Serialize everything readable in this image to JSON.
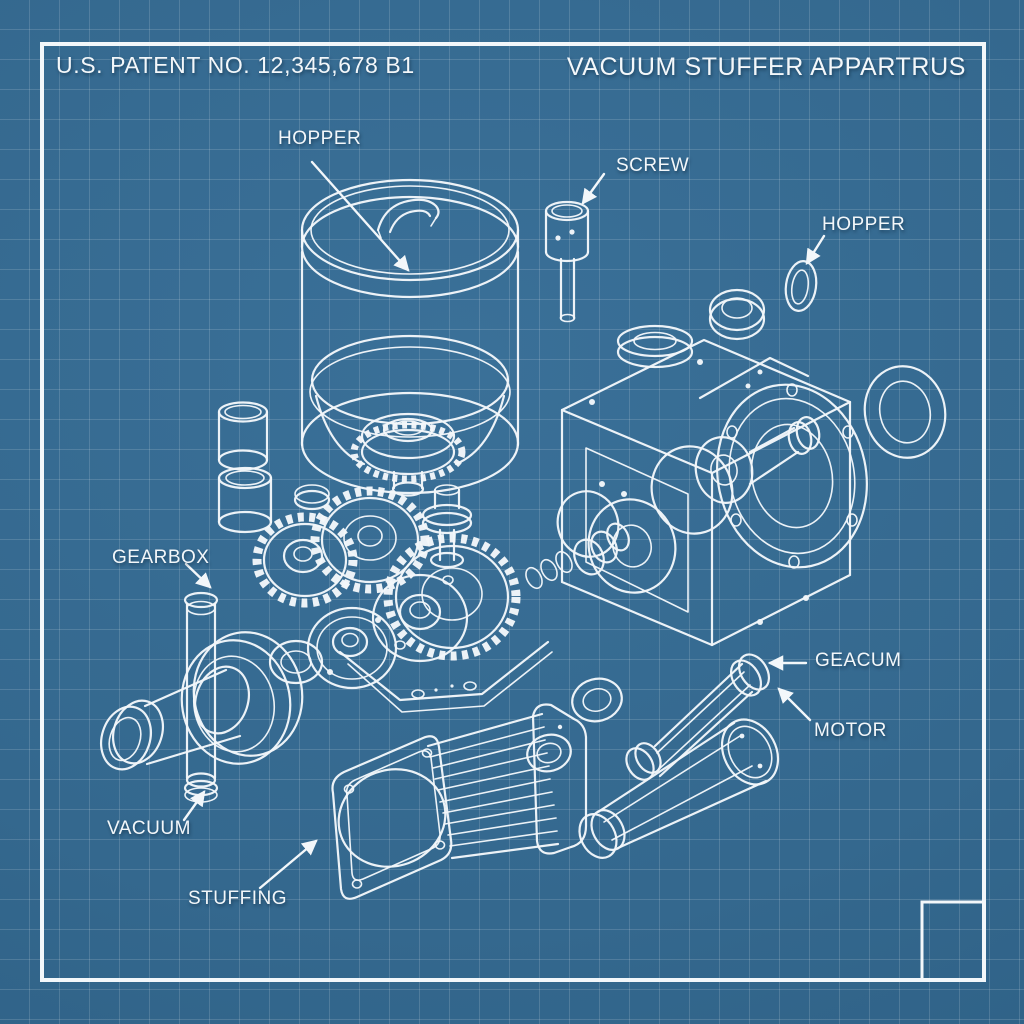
{
  "blueprint": {
    "patent_number": "U.S. PATENT NO. 12,345,678 B1",
    "title": "VACUUM STUFFER APPARTRUS",
    "labels": {
      "hopper_top": "HOPPER",
      "screw": "SCREW",
      "hopper_right": "HOPPER",
      "gearbox": "GEARBOX",
      "geacum": "GEACUM",
      "motor": "MOTOR",
      "vacuum": "VACUUM",
      "stuffing": "STUFFING"
    },
    "colors": {
      "background": "#34688e",
      "grid_line": "#517ea1",
      "line_art": "#f3f7fa"
    }
  }
}
